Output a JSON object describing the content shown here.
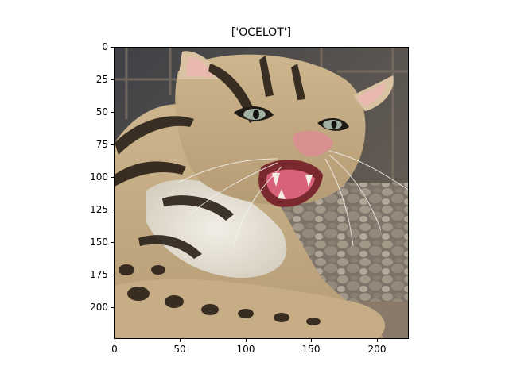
{
  "figure": {
    "title": "['OCELOT']",
    "xaxis": {
      "ticks": [
        "0",
        "50",
        "100",
        "150",
        "200"
      ]
    },
    "yaxis": {
      "ticks": [
        "0",
        "25",
        "50",
        "75",
        "100",
        "125",
        "150",
        "175",
        "200"
      ]
    },
    "image": {
      "subject": "ocelot snarling with mouth open, lying on stones in front of wire mesh fence",
      "colors": {
        "fur": "#c8b08a",
        "spots": "#2a2018",
        "belly": "#e8e2d6",
        "stones": "#8c8276",
        "mesh_bg": "#4a4a4e",
        "mouth": "#d8627a",
        "nose": "#d88f90",
        "eye": "#9fb0a0"
      }
    }
  }
}
